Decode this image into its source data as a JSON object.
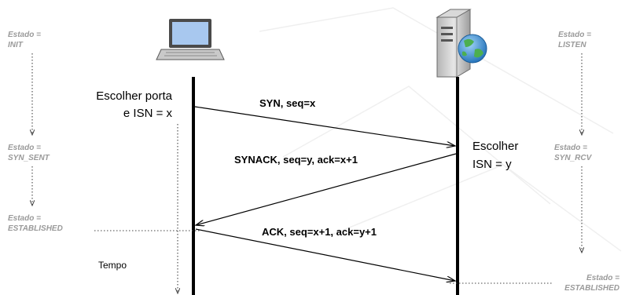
{
  "client_states": [
    {
      "line1": "Estado =",
      "line2": "INIT"
    },
    {
      "line1": "Estado =",
      "line2": "SYN_SENT"
    },
    {
      "line1": "Estado =",
      "line2": "ESTABLISHED"
    }
  ],
  "server_states": [
    {
      "line1": "Estado =",
      "line2": "LISTEN"
    },
    {
      "line1": "Estado =",
      "line2": "SYN_RCV"
    },
    {
      "line1": "Estado =",
      "line2": "ESTABLISHED"
    }
  ],
  "messages": {
    "syn": "SYN, seq=x",
    "synack": "SYNACK, seq=y, ack=x+1",
    "ack": "ACK, seq=x+1, ack=y+1"
  },
  "notes": {
    "client_line1": "Escolher porta",
    "client_line2": "e ISN = x",
    "server_line1": "Escolher",
    "server_line2": "ISN = y",
    "time": "Tempo"
  },
  "icons": {
    "client": "laptop-icon",
    "server": "server-globe-icon"
  }
}
